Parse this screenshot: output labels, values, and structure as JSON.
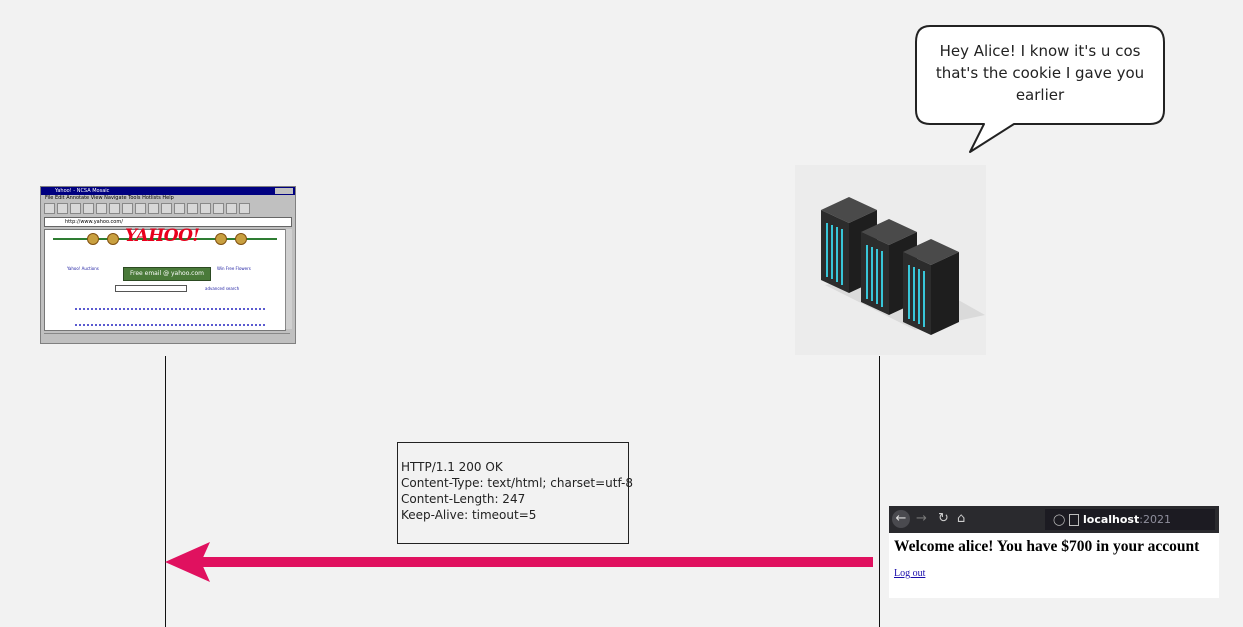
{
  "bubble": {
    "text": "Hey Alice! I know it's u cos that's the cookie I gave you earlier"
  },
  "client_browser": {
    "window_title": "Yahoo! - NCSA Mosaic",
    "menu": "File  Edit  Annotate  View  Navigate  Tools  Hotlists  Help",
    "address": "http://www.yahoo.com/",
    "logo": "YAHOO!",
    "promo": "Free email @ yahoo.com",
    "left_link": "Yahoo! Auctions",
    "right_link": "Win Free Flowers",
    "search_link": "advanced search"
  },
  "http_response": {
    "lines": [
      "HTTP/1.1 200 OK",
      "Content-Type: text/html; charset=utf-8",
      "Content-Length: 247",
      "Keep-Alive: timeout=5"
    ]
  },
  "result_browser": {
    "host": "localhost",
    "port": ":2021",
    "heading": "Welcome alice! You have $700 in your account",
    "logout": "Log out"
  },
  "arrow": {
    "direction": "server-to-client",
    "color": "#e0115f"
  },
  "icons": [
    "speech-bubble",
    "server-rack-icon",
    "back-icon",
    "forward-icon",
    "reload-icon",
    "home-icon",
    "shield-icon",
    "page-icon"
  ]
}
